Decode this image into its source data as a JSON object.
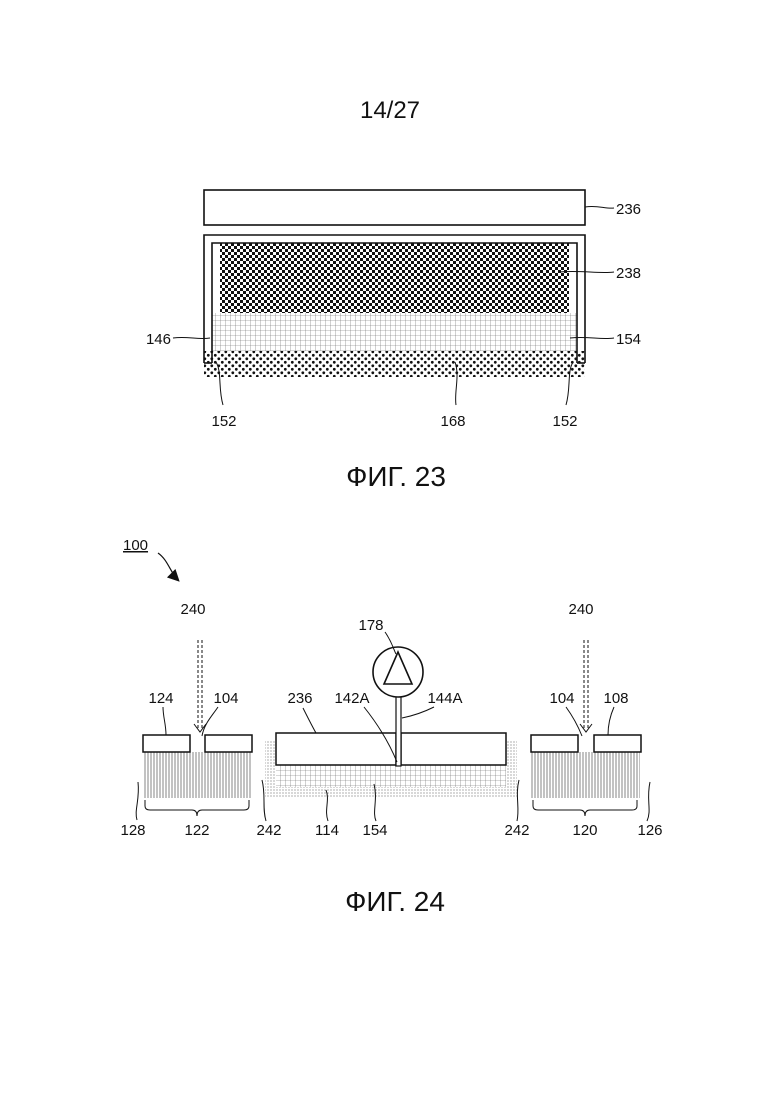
{
  "page": {
    "number": "14/27"
  },
  "figures": [
    {
      "caption": "ФИГ. 23",
      "labels": {
        "l236": "236",
        "l238": "238",
        "l146": "146",
        "l154": "154",
        "l152a": "152",
        "l168": "168",
        "l152b": "152"
      }
    },
    {
      "caption": "ФИГ. 24",
      "labels": {
        "l100": "100",
        "l240a": "240",
        "l240b": "240",
        "l178": "178",
        "l124": "124",
        "l104a": "104",
        "l236": "236",
        "l142a": "142A",
        "l144a": "144A",
        "l104b": "104",
        "l108": "108",
        "l128": "128",
        "l122": "122",
        "l242a": "242",
        "l114": "114",
        "l154": "154",
        "l242b": "242",
        "l120": "120",
        "l126": "126"
      }
    }
  ]
}
